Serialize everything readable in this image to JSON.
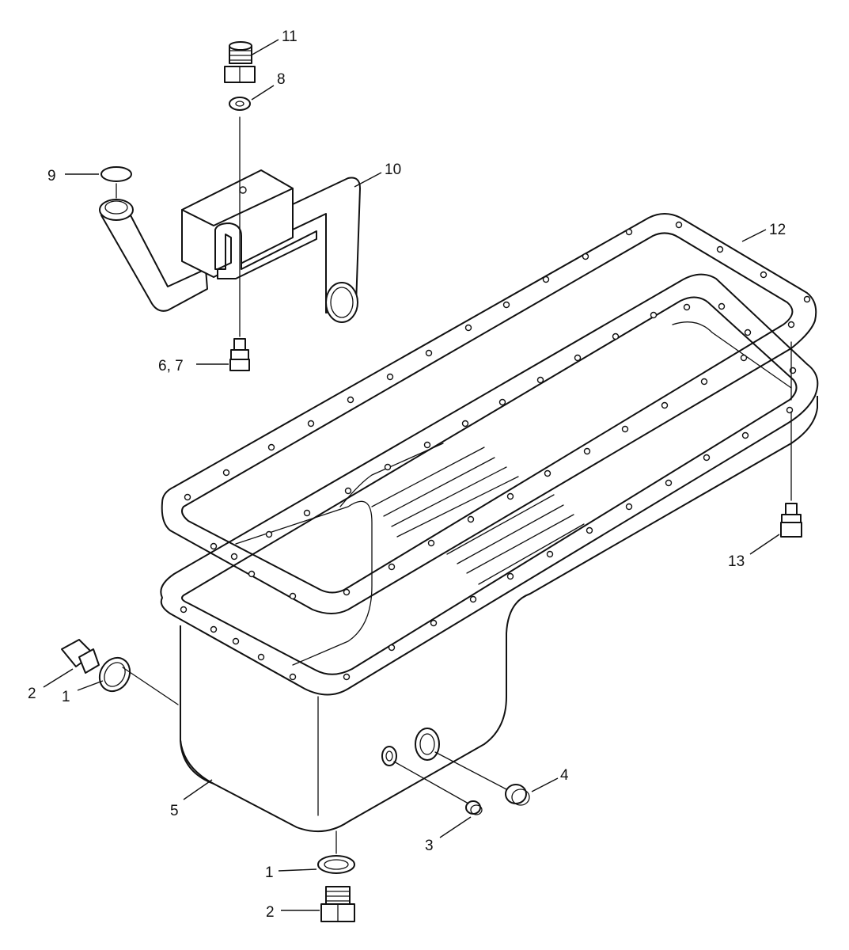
{
  "callouts": [
    {
      "id": "c11",
      "text": "11"
    },
    {
      "id": "c8",
      "text": "8"
    },
    {
      "id": "c9",
      "text": "9"
    },
    {
      "id": "c10",
      "text": "10"
    },
    {
      "id": "c12",
      "text": "12"
    },
    {
      "id": "c67",
      "text": "6, 7"
    },
    {
      "id": "c13",
      "text": "13"
    },
    {
      "id": "c2a",
      "text": "2"
    },
    {
      "id": "c1a",
      "text": "1"
    },
    {
      "id": "c5",
      "text": "5"
    },
    {
      "id": "c4",
      "text": "4"
    },
    {
      "id": "c3",
      "text": "3"
    },
    {
      "id": "c1b",
      "text": "1"
    },
    {
      "id": "c2b",
      "text": "2"
    }
  ]
}
